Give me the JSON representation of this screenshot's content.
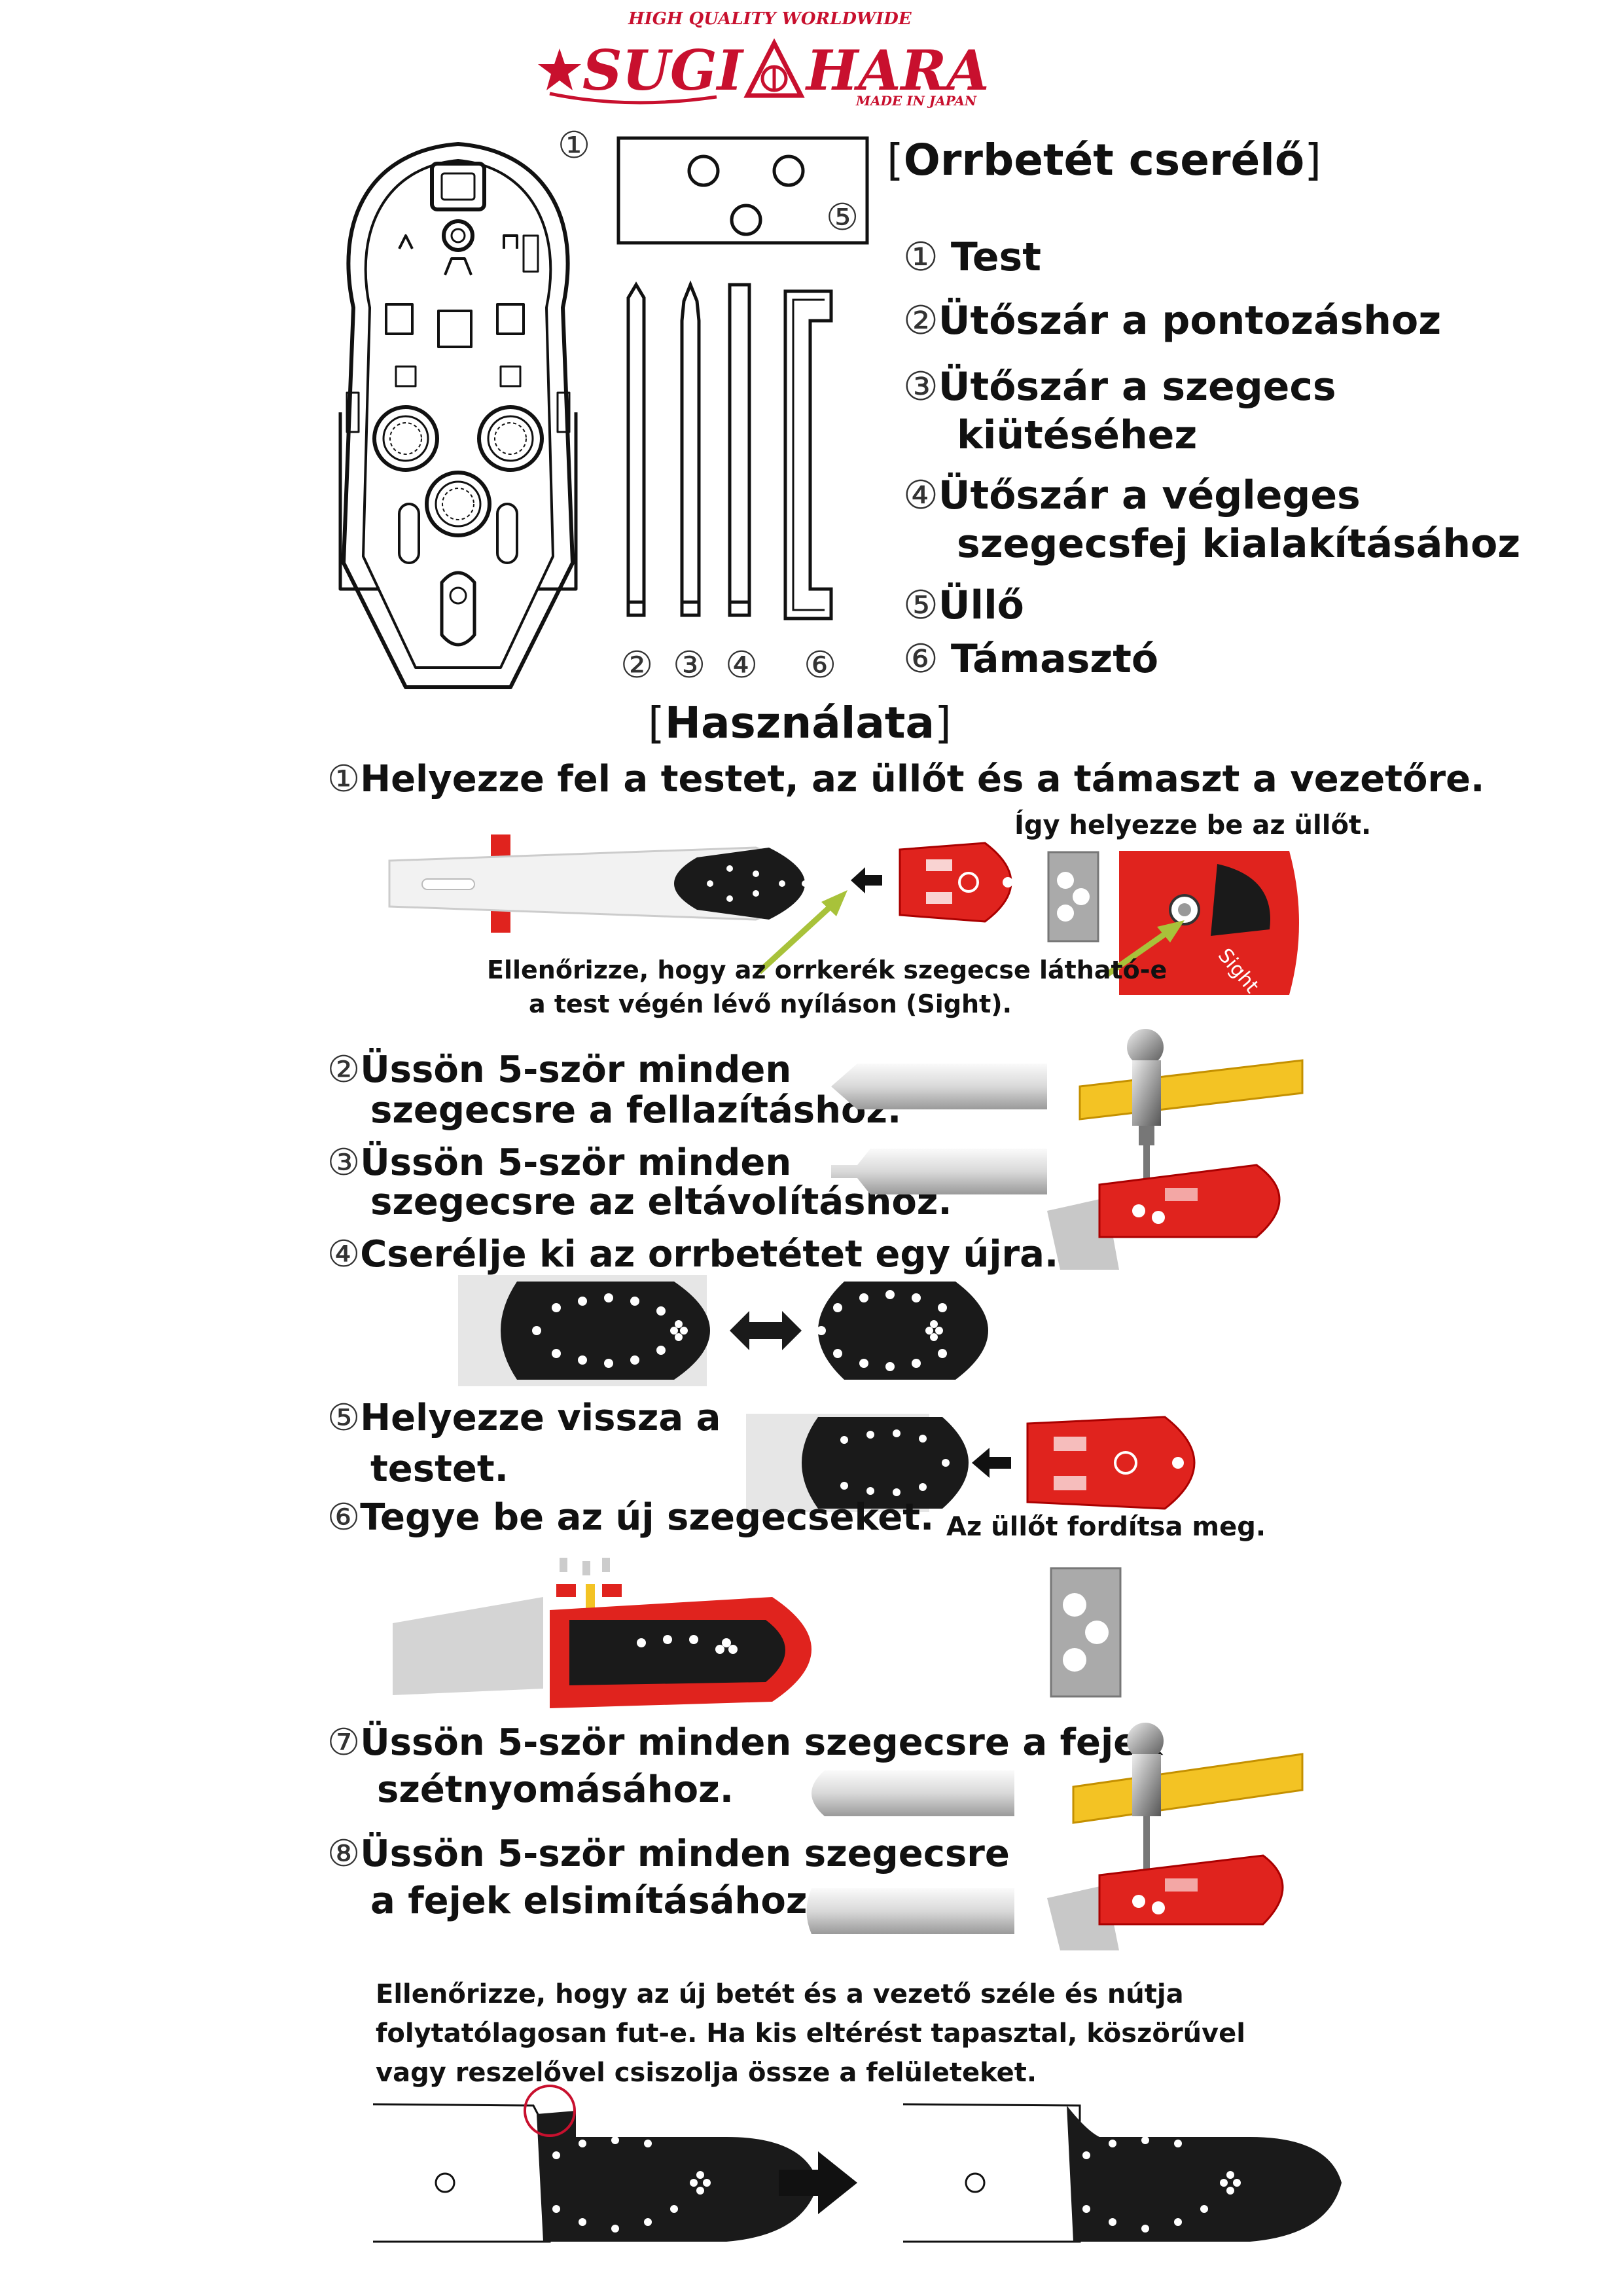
{
  "brand": {
    "tagline": "HIGH QUALITY WORLDWIDE",
    "name_left": "SUGI",
    "name_right": "HARA",
    "made_in": "MADE IN JAPAN",
    "red": "#c8102e"
  },
  "parts_section": {
    "title": "Orrbetét cserélő",
    "items": [
      {
        "num": "①",
        "label": "Test"
      },
      {
        "num": "②",
        "label": "Ütőszár a pontozáshoz"
      },
      {
        "num": "③",
        "label": "Ütőszár a szegecs",
        "label2": "kiütéséhez"
      },
      {
        "num": "④",
        "label": "Ütőszár a végleges",
        "label2": "szegecsfej kialakításához"
      },
      {
        "num": "⑤",
        "label": "Üllő"
      },
      {
        "num": "⑥",
        "label": "Támasztó"
      }
    ],
    "callouts": {
      "body": "①",
      "anvil": "⑤",
      "p2": "②",
      "p3": "③",
      "p4": "④",
      "p6": "⑥"
    }
  },
  "usage_section": {
    "title": "Használata",
    "step1": {
      "num": "①",
      "text": "Helyezze fel a testet, az üllőt és a támaszt a vezetőre."
    },
    "anvil_note": "Így helyezze be az üllőt.",
    "sight_note": "Ellenőrizze, hogy az orrkerék szegecse látható-e",
    "sight_note2": "a test végén lévő nyíláson (Sight).",
    "sight_label": "Sight",
    "step2": {
      "num": "②",
      "text": "Üssön 5-ször minden",
      "text2": "szegecsre a fellazításhoz."
    },
    "step3": {
      "num": "③",
      "text": "Üssön 5-ször minden",
      "text2": "szegecsre az eltávolításhoz."
    },
    "step4": {
      "num": "④",
      "text": "Cserélje ki az orrbetétet egy újra."
    },
    "step5": {
      "num": "⑤",
      "text": "Helyezze vissza a",
      "text2": "testet."
    },
    "step6": {
      "num": "⑥",
      "text": "Tegye be az új szegecseket."
    },
    "flip_note": "Az üllőt fordítsa meg.",
    "step7": {
      "num": "⑦",
      "text": "Üssön 5-ször minden szegecsre a fejek",
      "text2": "szétnyomásához."
    },
    "step8": {
      "num": "⑧",
      "text": "Üssön 5-ször minden szegecsre",
      "text2": "a fejek elsimításához."
    },
    "final_note1": "Ellenőrizze, hogy az új betét és a vezető széle és nútja",
    "final_note2": "folytatólagosan fut-e. Ha kis eltérést tapasztal, köszörűvel",
    "final_note3": "vagy reszelővel csiszolja össze a felületeket."
  }
}
